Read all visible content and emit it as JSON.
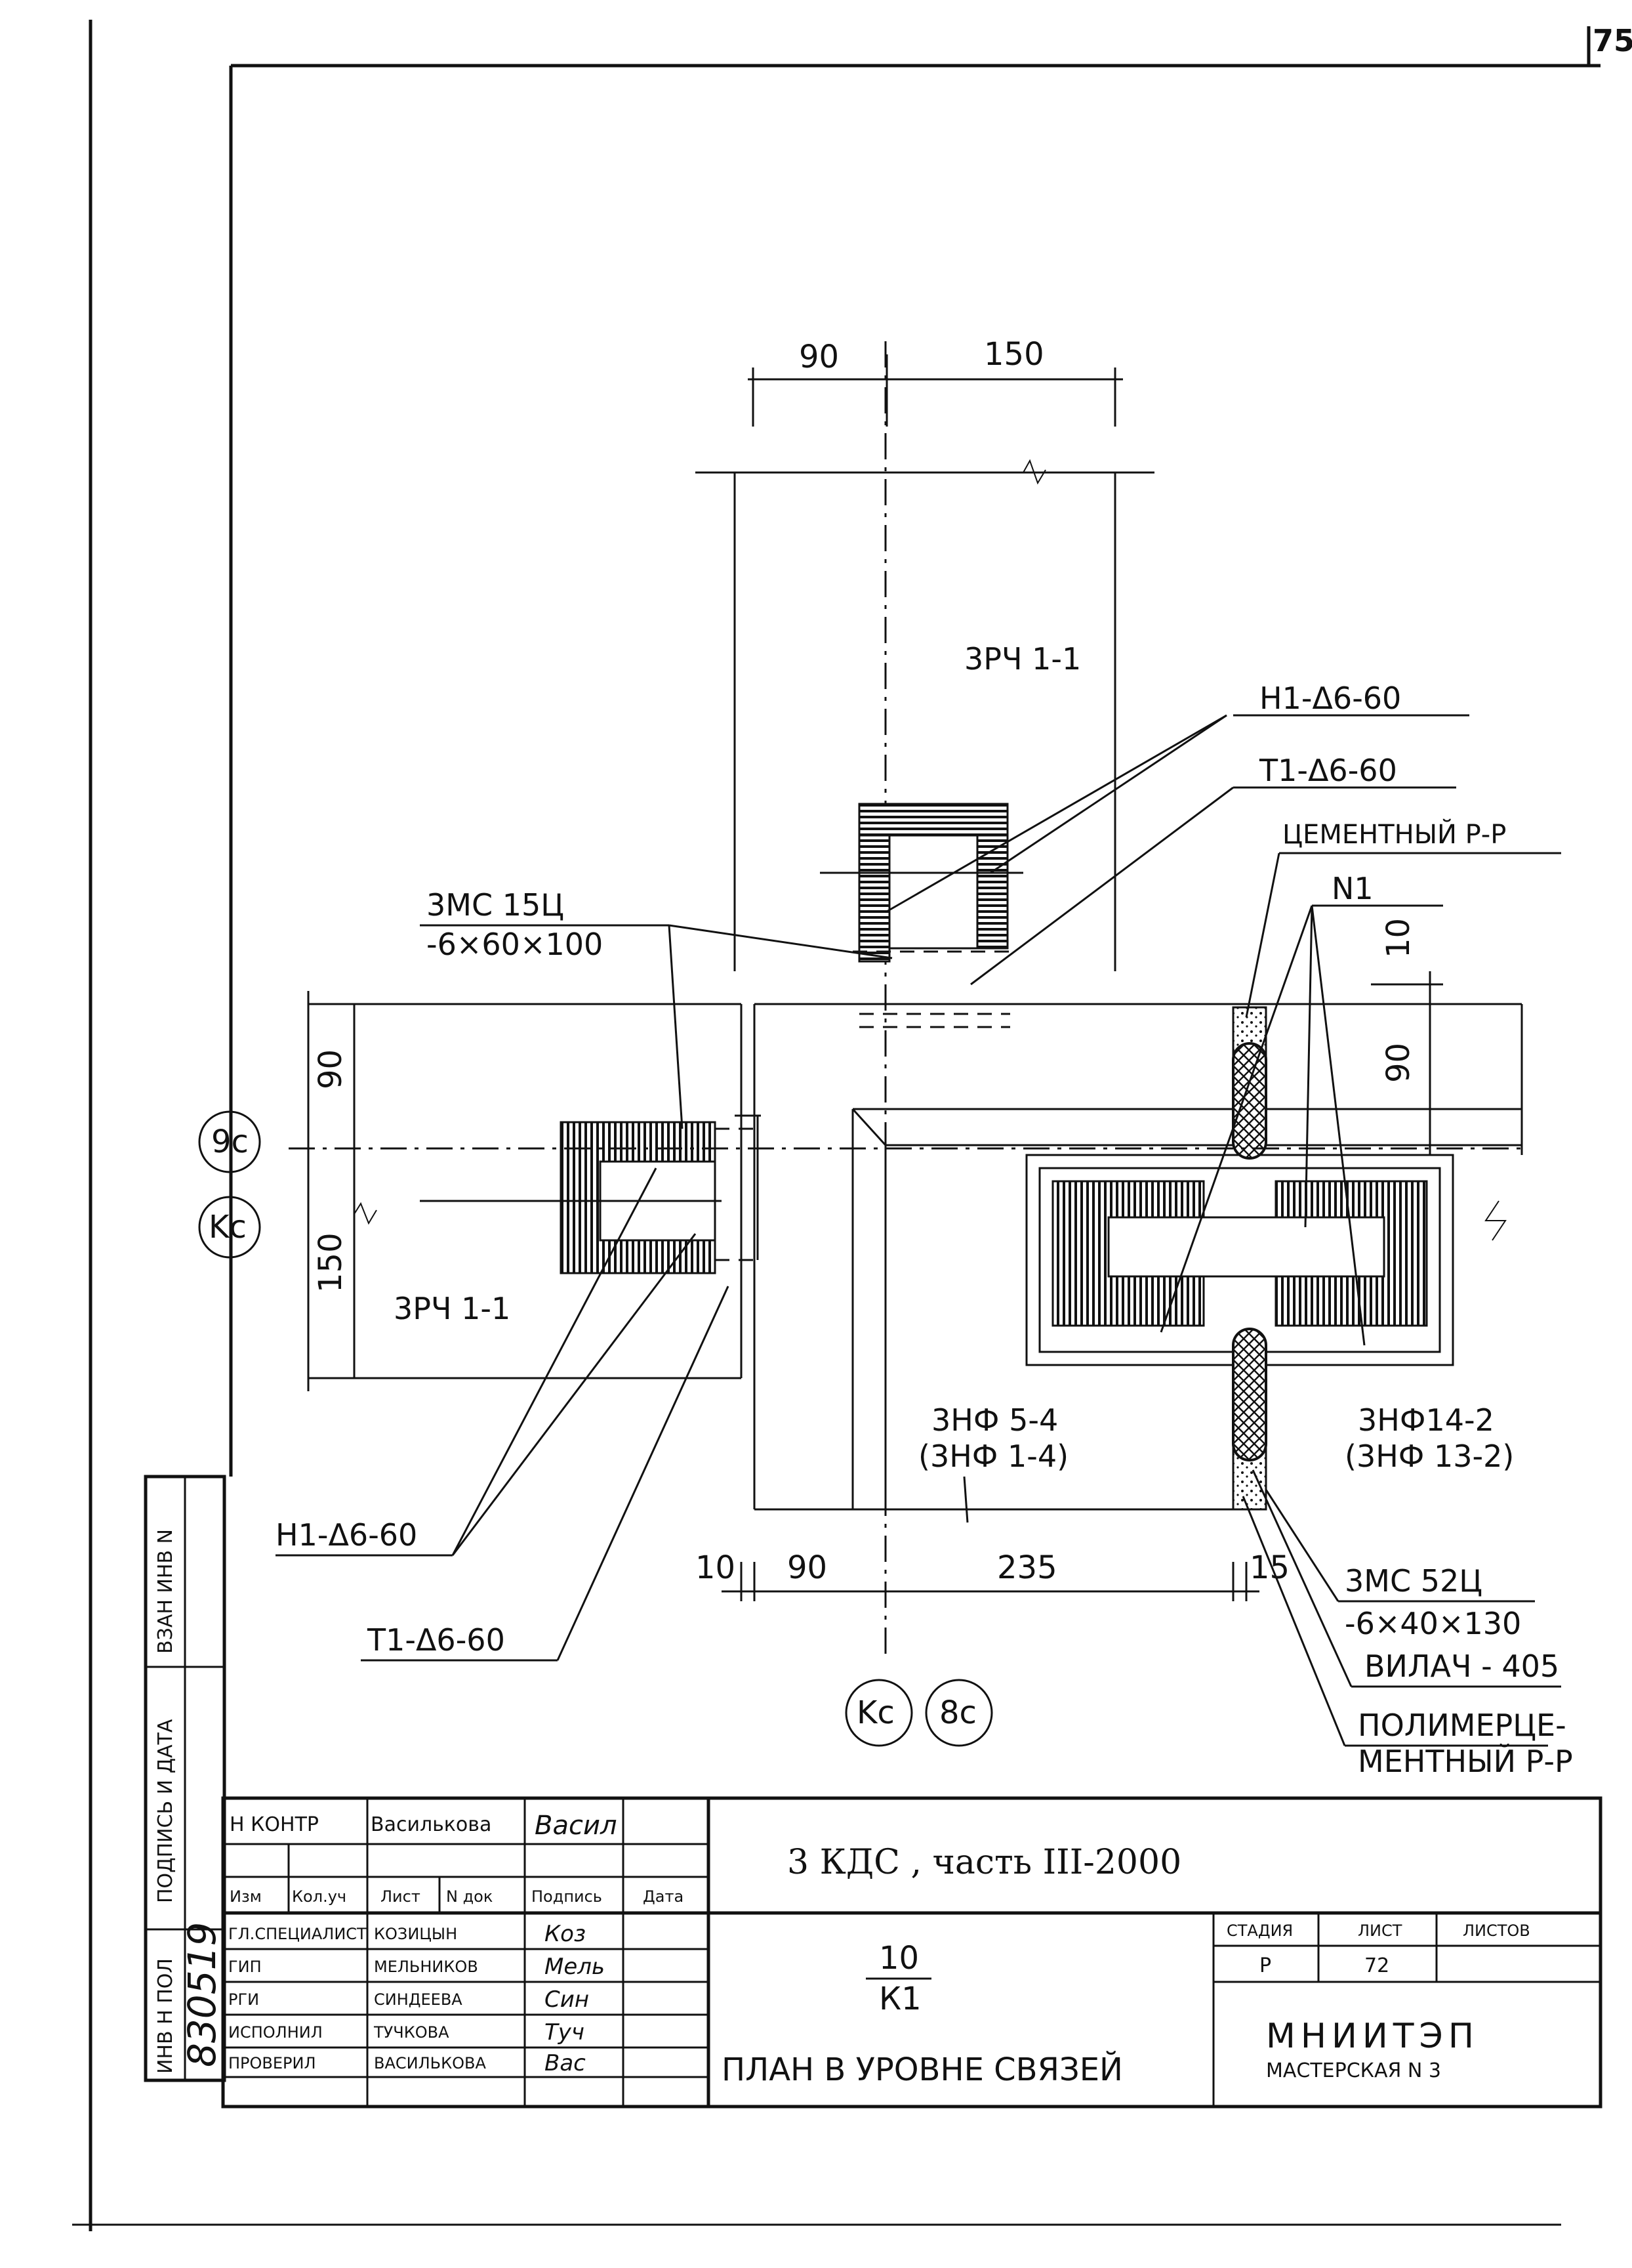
{
  "sheet": {
    "page_number": "75",
    "side_stamp": {
      "left_labels": [
        "ВЗАН ИНВ N",
        "ПОДПИСЬ И ДАТА",
        "ИНВ Н ПОЛ"
      ],
      "inventory_no": "830519"
    }
  },
  "drawing": {
    "top_dims": [
      "90",
      "150"
    ],
    "left_dims": [
      "90",
      "150"
    ],
    "bottom_dims": [
      "10",
      "90",
      "235",
      "15"
    ],
    "right_dims": [
      "10",
      "90"
    ],
    "axis_bubbles": [
      "9c",
      "Kc",
      "Kc",
      "8c"
    ],
    "labels": {
      "panel_top": "3РЧ 1-1",
      "panel_left": "3РЧ 1-1",
      "h1_top": "Н1-Δ6-60",
      "t1_top": "Т1-Δ6-60",
      "cement": "ЦЕМЕНТНЫЙ Р-Р",
      "n1": "N1",
      "zmc15_a": "3МС 15Ц",
      "zmc15_b": "-6×60×100",
      "znf_left_a": "3НФ 5-4",
      "znf_left_b": "(3НФ 1-4)",
      "znf_right_a": "3НФ14-2",
      "znf_right_b": "(3НФ 13-2)",
      "h1_left": "Н1-Δ6-60",
      "t1_left": "Т1-Δ6-60",
      "zmc52_a": "3МС 52Ц",
      "zmc52_b": "-6×40×130",
      "vilatch": "ВИЛАЧ - 405",
      "polymer_a": "ПОЛИМЕРЦЕ-",
      "polymer_b": "МЕНТНЫЙ Р-Р"
    }
  },
  "title_block": {
    "n_kontr_label": "Н КОНТР",
    "n_kontr_name": "Василькова",
    "n_kontr_sig": "Васил",
    "header_cols": [
      "Изм",
      "Кол.уч",
      "Лист",
      "N док",
      "Подпись",
      "Дата"
    ],
    "project": "3 КДС , часть III-2000",
    "roles": [
      {
        "role": "ГЛ.СПЕЦИАЛИСТ",
        "name": "КОЗИЦЫН",
        "sig": "Коз"
      },
      {
        "role": "ГИП",
        "name": "МЕЛЬНИКОВ",
        "sig": "Мель"
      },
      {
        "role": "РГИ",
        "name": "СИНДЕЕВА",
        "sig": "Син"
      },
      {
        "role": "ИСПОЛНИЛ",
        "name": "ТУЧКОВА",
        "sig": "Туч"
      },
      {
        "role": "ПРОВЕРИЛ",
        "name": "ВАСИЛЬКОВА",
        "sig": "Вас"
      }
    ],
    "code_top": "10",
    "code_bottom": "К1",
    "sheet_title": "ПЛАН В УРОВНЕ СВЯЗЕЙ",
    "stage_label": "СТАДИЯ",
    "sheet_label": "ЛИСТ",
    "sheets_label": "ЛИСТОВ",
    "stage": "Р",
    "sheet_no": "72",
    "sheets_total": "",
    "org_name": "МНИИТЭП",
    "org_sub": "МАСТЕРСКАЯ N 3"
  }
}
